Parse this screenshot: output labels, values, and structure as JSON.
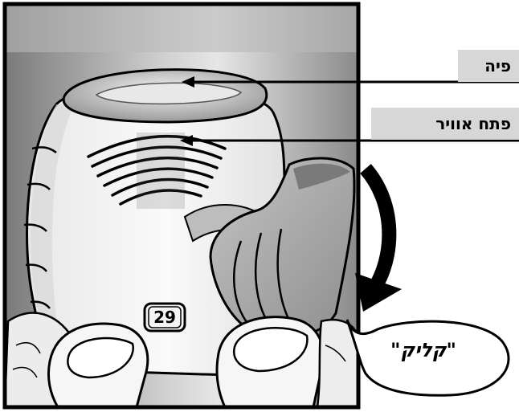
{
  "labels": {
    "mouthpiece": "פיה",
    "air_vent": "פתח אוויר"
  },
  "counter": {
    "value": "29"
  },
  "speech_bubble": {
    "text": "\"קליק\""
  },
  "colors": {
    "frame": "#000000",
    "label_background": "#d7d7d7",
    "device_body": "#f2f2f2",
    "cover": "#a8a8a8",
    "background_gray": "#8c8c8c"
  }
}
